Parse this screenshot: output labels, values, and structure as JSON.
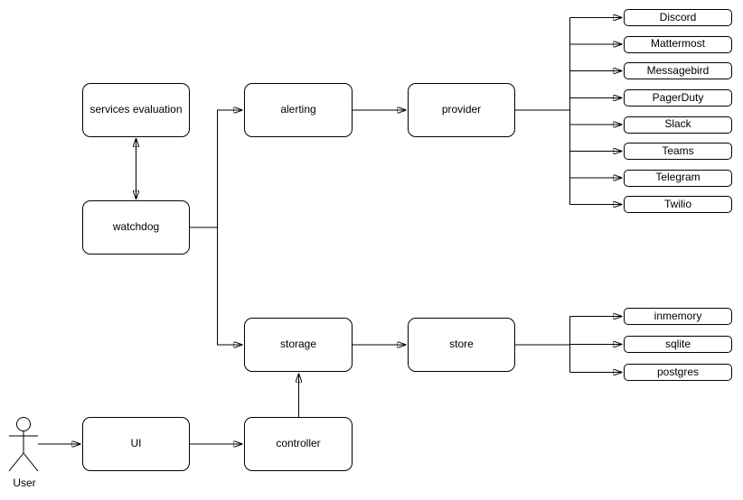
{
  "diagram": {
    "title_hint": "monitoring service architecture diagram",
    "colors": {
      "background": "#ffffff",
      "node_fill": "#ffffff",
      "stroke": "#000000",
      "text": "#000000"
    },
    "actor": {
      "label": "User"
    },
    "nodes": {
      "services_evaluation": "services evaluation",
      "watchdog": "watchdog",
      "alerting": "alerting",
      "provider": "provider",
      "storage": "storage",
      "store": "store",
      "ui": "UI",
      "controller": "controller"
    },
    "providers": [
      "Discord",
      "Mattermost",
      "Messagebird",
      "PagerDuty",
      "Slack",
      "Teams",
      "Telegram",
      "Twilio"
    ],
    "stores": [
      "inmemory",
      "sqlite",
      "postgres"
    ],
    "edges": [
      {
        "from": "services evaluation",
        "to": "watchdog",
        "style": "double-arrow"
      },
      {
        "from": "watchdog",
        "to": "alerting",
        "style": "arrow"
      },
      {
        "from": "watchdog",
        "to": "storage",
        "style": "arrow"
      },
      {
        "from": "alerting",
        "to": "provider",
        "style": "arrow"
      },
      {
        "from": "provider",
        "to": "Discord",
        "style": "arrow"
      },
      {
        "from": "provider",
        "to": "Mattermost",
        "style": "arrow"
      },
      {
        "from": "provider",
        "to": "Messagebird",
        "style": "arrow"
      },
      {
        "from": "provider",
        "to": "PagerDuty",
        "style": "arrow"
      },
      {
        "from": "provider",
        "to": "Slack",
        "style": "arrow"
      },
      {
        "from": "provider",
        "to": "Teams",
        "style": "arrow"
      },
      {
        "from": "provider",
        "to": "Telegram",
        "style": "arrow"
      },
      {
        "from": "provider",
        "to": "Twilio",
        "style": "arrow"
      },
      {
        "from": "storage",
        "to": "store",
        "style": "arrow"
      },
      {
        "from": "store",
        "to": "inmemory",
        "style": "arrow"
      },
      {
        "from": "store",
        "to": "sqlite",
        "style": "arrow"
      },
      {
        "from": "store",
        "to": "postgres",
        "style": "arrow"
      },
      {
        "from": "User",
        "to": "UI",
        "style": "arrow"
      },
      {
        "from": "UI",
        "to": "controller",
        "style": "arrow"
      },
      {
        "from": "controller",
        "to": "storage",
        "style": "arrow"
      }
    ]
  }
}
